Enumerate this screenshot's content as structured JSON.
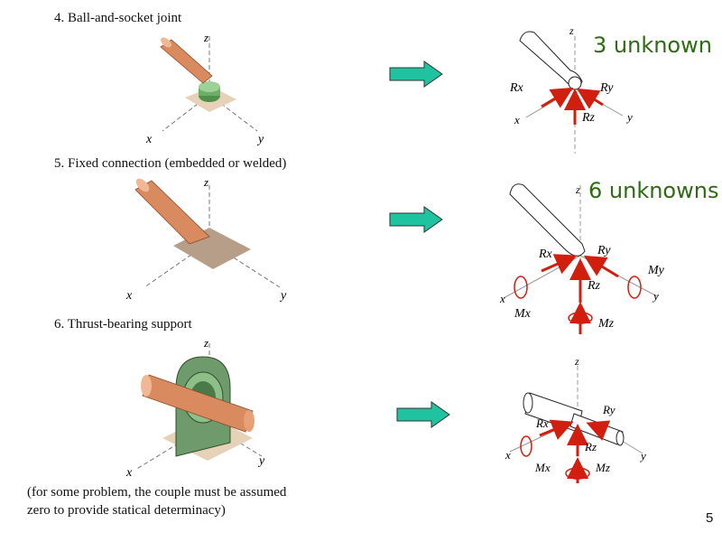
{
  "sections": [
    {
      "heading": "4.  Ball-and-socket joint",
      "unknowns": "3 unknown",
      "axes": {
        "x": "x",
        "y": "y",
        "z": "z"
      },
      "reactions": {
        "rx": "Rx",
        "ry": "Ry",
        "rz": "Rz"
      }
    },
    {
      "heading": "5.  Fixed connection (embedded or welded)",
      "unknowns": "6 unknowns",
      "axes": {
        "x": "x",
        "y": "y",
        "z": "z"
      },
      "reactions": {
        "rx": "Rx",
        "ry": "Ry",
        "rz": "Rz",
        "mx": "Mx",
        "my": "My",
        "mz": "Mz"
      }
    },
    {
      "heading": "6.  Thrust-bearing support",
      "axes": {
        "x": "x",
        "y": "y",
        "z": "z"
      },
      "reactions": {
        "rx": "Rx",
        "ry": "Ry",
        "rz": "Rz",
        "mx": "Mx",
        "mz": "Mz"
      }
    }
  ],
  "note": "(for some problem, the couple must be assumed zero to provide statical determinacy)",
  "page_number": "5",
  "colors": {
    "unknowns_text": "#2e6b12",
    "arrow_fill": "#1fc3a0",
    "reaction": "#d21e0f",
    "copper": "#d98a5e",
    "bearing_green": "#6f9a6c"
  }
}
